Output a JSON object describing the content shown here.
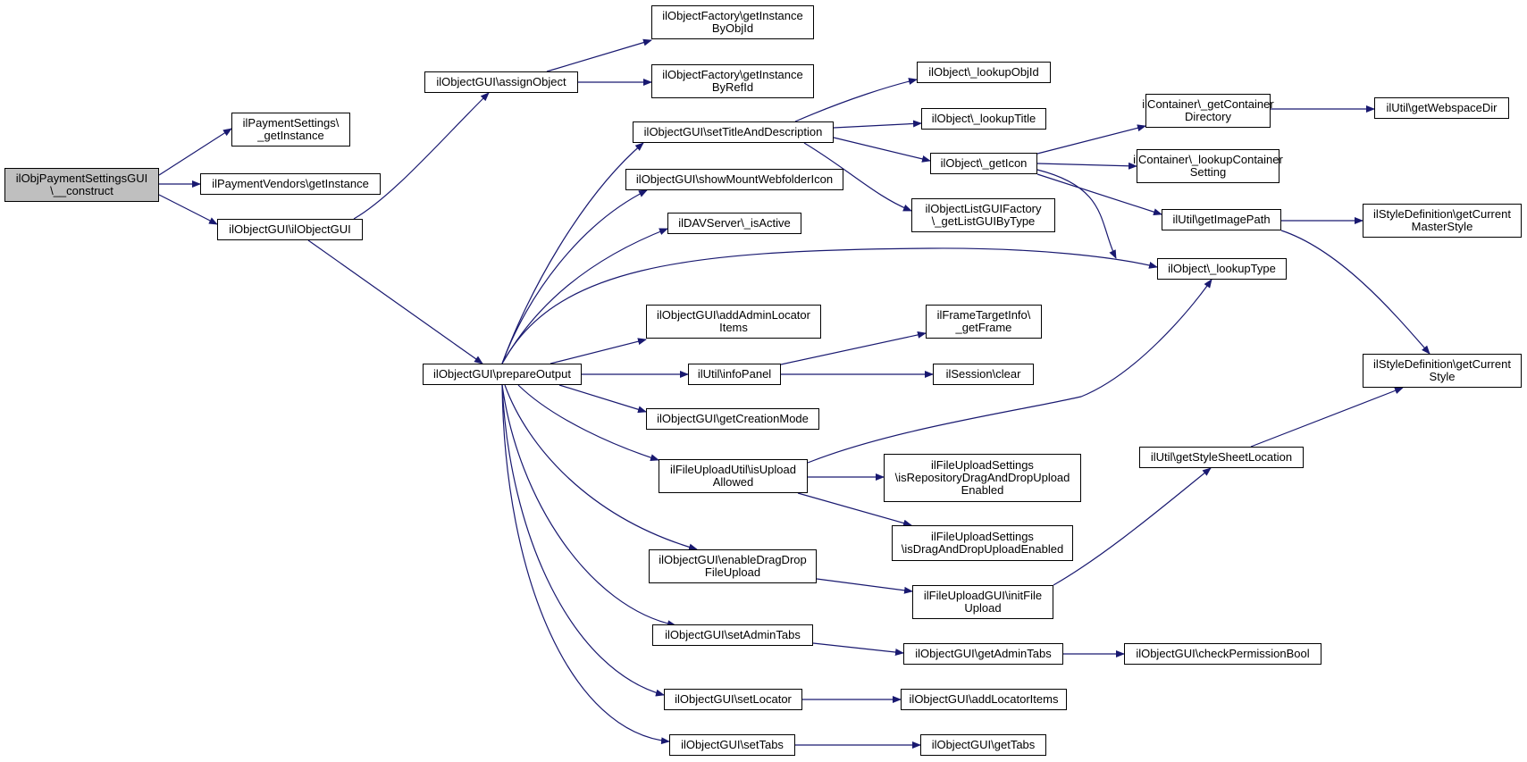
{
  "colors": {
    "edge": "#191970",
    "root_fill": "#bfbfbf",
    "node_fill": "#ffffff",
    "border": "#000000"
  },
  "nodes": {
    "construct": "ilObjPaymentSettingsGUI\n\\__construct",
    "payment_settings_getinstance": "ilPaymentSettings\\\n_getInstance",
    "payment_vendors_getinstance": "ilPaymentVendors\\getInstance",
    "ilobjectgui_ctor": "ilObjectGUI\\ilObjectGUI",
    "assign_object": "ilObjectGUI\\assignObject",
    "get_instance_by_objid": "ilObjectFactory\\getInstance\nByObjId",
    "get_instance_by_refid": "ilObjectFactory\\getInstance\nByRefId",
    "prepare_output": "ilObjectGUI\\prepareOutput",
    "set_title_and_description": "ilObjectGUI\\setTitleAndDescription",
    "show_mount_webfolder_icon": "ilObjectGUI\\showMountWebfolderIcon",
    "dav_is_active": "ilDAVServer\\_isActive",
    "add_admin_locator_items": "ilObjectGUI\\addAdminLocator\nItems",
    "info_panel": "ilUtil\\infoPanel",
    "get_creation_mode": "ilObjectGUI\\getCreationMode",
    "is_upload_allowed": "ilFileUploadUtil\\isUpload\nAllowed",
    "enable_drag_drop": "ilObjectGUI\\enableDragDrop\nFileUpload",
    "set_admin_tabs": "ilObjectGUI\\setAdminTabs",
    "set_locator": "ilObjectGUI\\setLocator",
    "set_tabs": "ilObjectGUI\\setTabs",
    "lookup_obj_id": "ilObject\\_lookupObjId",
    "lookup_title": "ilObject\\_lookupTitle",
    "get_icon": "ilObject\\_getIcon",
    "list_gui_by_type": "ilObjectListGUIFactory\n\\_getListGUIByType",
    "lookup_type": "ilObject\\_lookupType",
    "get_frame": "ilFrameTargetInfo\\\n_getFrame",
    "session_clear": "ilSession\\clear",
    "is_repo_dnd_enabled": "ilFileUploadSettings\n\\isRepositoryDragAndDropUpload\nEnabled",
    "is_dnd_enabled": "ilFileUploadSettings\n\\isDragAndDropUploadEnabled",
    "init_file_upload": "ilFileUploadGUI\\initFile\nUpload",
    "get_admin_tabs": "ilObjectGUI\\getAdminTabs",
    "add_locator_items": "ilObjectGUI\\addLocatorItems",
    "get_tabs": "ilObjectGUI\\getTabs",
    "get_container_directory": "ilContainer\\_getContainer\nDirectory",
    "lookup_container_setting": "ilContainer\\_lookupContainer\nSetting",
    "get_image_path": "ilUtil\\getImagePath",
    "get_stylesheet_location": "ilUtil\\getStyleSheetLocation",
    "check_permission_bool": "ilObjectGUI\\checkPermissionBool",
    "get_webspace_dir": "ilUtil\\getWebspaceDir",
    "get_current_master_style": "ilStyleDefinition\\getCurrent\nMasterStyle",
    "get_current_style": "ilStyleDefinition\\getCurrent\nStyle"
  }
}
